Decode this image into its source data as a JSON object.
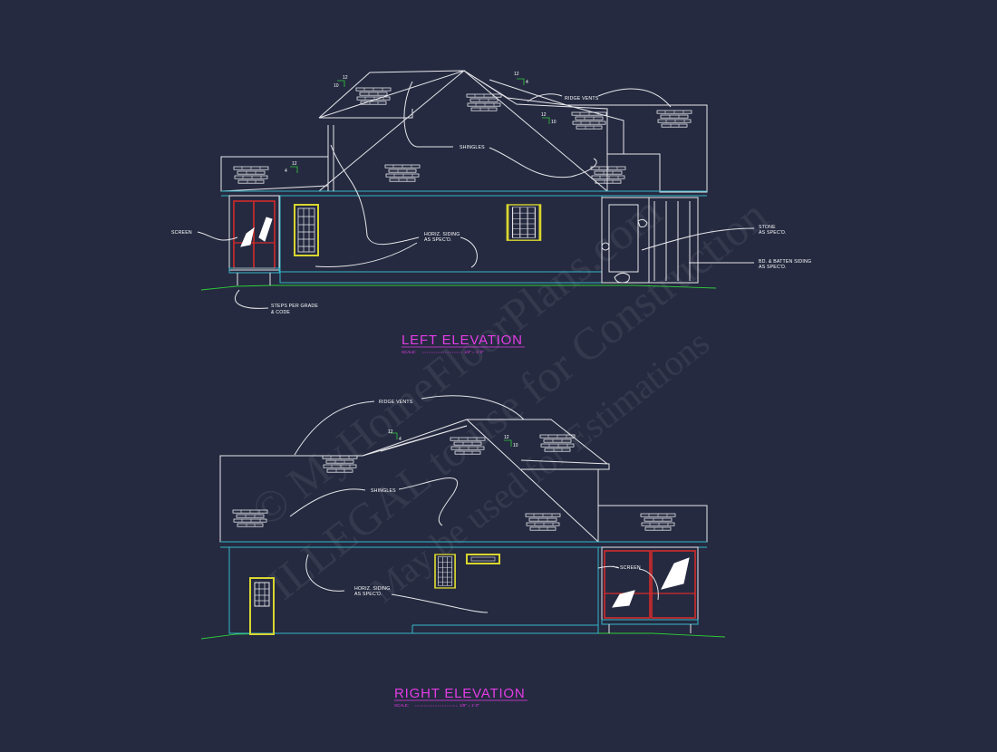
{
  "colors": {
    "background": "#252a40",
    "lines": "#e6e6ea",
    "trim": "#35b7c9",
    "window_frame": "#d9d62f",
    "red_frame": "#d42a2a",
    "ground": "#2ecc3a",
    "title": "#e43ce6",
    "watermark": "#c9cbd6"
  },
  "watermark": {
    "line1": "© MyHomeFloorPlans.com",
    "line2": "ILLEGAL to use for Construction",
    "line3": "May be used for Estimations"
  },
  "left_elevation": {
    "title": "LEFT ELEVATION",
    "scale_label": "SCALE:",
    "scale_value": "1/4\" = 1'-0\"",
    "labels": {
      "ridge_vents": "RIDGE VENTS",
      "shingles": "SHINGLES",
      "screen": "SCREEN",
      "siding_1": "HORIZ. SIDING",
      "siding_2": "AS SPEC'D.",
      "stone_1": "STONE",
      "stone_2": "AS SPEC'D.",
      "batten_1": "BD. & BATTEN SIDING",
      "batten_2": "AS SPEC'D.",
      "steps_1": "STEPS PER GRADE",
      "steps_2": "& CODE"
    },
    "pitches": [
      {
        "rise": "12",
        "run": "10"
      },
      {
        "rise": "12",
        "run": "4"
      },
      {
        "rise": "12",
        "run": "10"
      },
      {
        "rise": "12",
        "run": "4"
      }
    ]
  },
  "right_elevation": {
    "title": "RIGHT ELEVATION",
    "scale_label": "SCALE:",
    "scale_value": "1/8\" = 1'-0\"",
    "labels": {
      "ridge_vents": "RIDGE VENTS",
      "shingles": "SHINGLES",
      "screen": "SCREEN",
      "siding_1": "HORIZ. SIDING",
      "siding_2": "AS SPEC'D."
    },
    "pitches": [
      {
        "rise": "12",
        "run": "4"
      },
      {
        "rise": "12",
        "run": "10"
      }
    ]
  }
}
